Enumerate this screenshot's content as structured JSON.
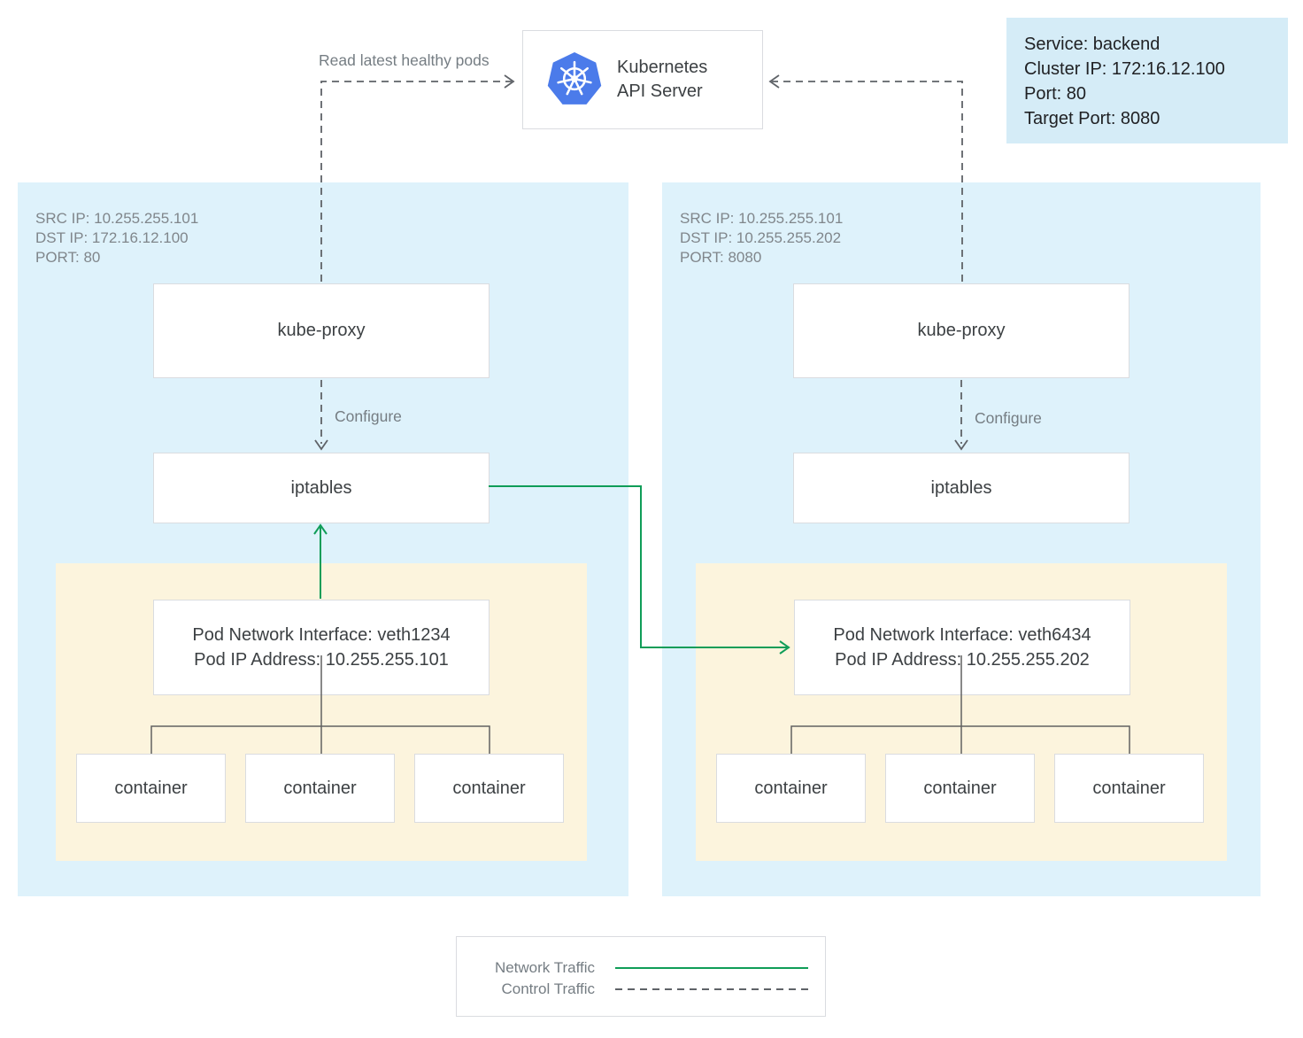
{
  "colors": {
    "network_green": "#0f9d58",
    "control_gray": "#5f6368",
    "panel_blue": "#def2fb",
    "pod_yellow": "#fcf4dd",
    "service_blue": "#d5ecf7",
    "k8s_blue": "#4b7bea",
    "border_gray": "#dadce0"
  },
  "api_server": {
    "name_line1": "Kubernetes",
    "name_line2": "API Server"
  },
  "service_info": {
    "line1": "Service: backend",
    "line2": "Cluster IP: 172:16.12.100",
    "line3": "Port: 80",
    "line4": "Target Port: 8080"
  },
  "edges": {
    "read_pods_label": "Read latest healthy pods",
    "configure_left_label": "Configure",
    "configure_right_label": "Configure"
  },
  "nodes": [
    {
      "packet_info": "SRC IP: 10.255.255.101\nDST IP: 172.16.12.100\nPORT: 80",
      "kube_proxy_label": "kube-proxy",
      "iptables_label": "iptables",
      "pod": {
        "interface_line": "Pod Network Interface: veth1234",
        "ip_line": "Pod IP Address: 10.255.255.101",
        "containers": [
          "container",
          "container",
          "container"
        ]
      }
    },
    {
      "packet_info": "SRC IP: 10.255.255.101\nDST IP: 10.255.255.202\nPORT: 8080",
      "kube_proxy_label": "kube-proxy",
      "iptables_label": "iptables",
      "pod": {
        "interface_line": "Pod Network Interface: veth6434",
        "ip_line": "Pod IP Address: 10.255.255.202",
        "containers": [
          "container",
          "container",
          "container"
        ]
      }
    }
  ],
  "legend": {
    "network_label": "Network Traffic",
    "control_label": "Control Traffic"
  }
}
